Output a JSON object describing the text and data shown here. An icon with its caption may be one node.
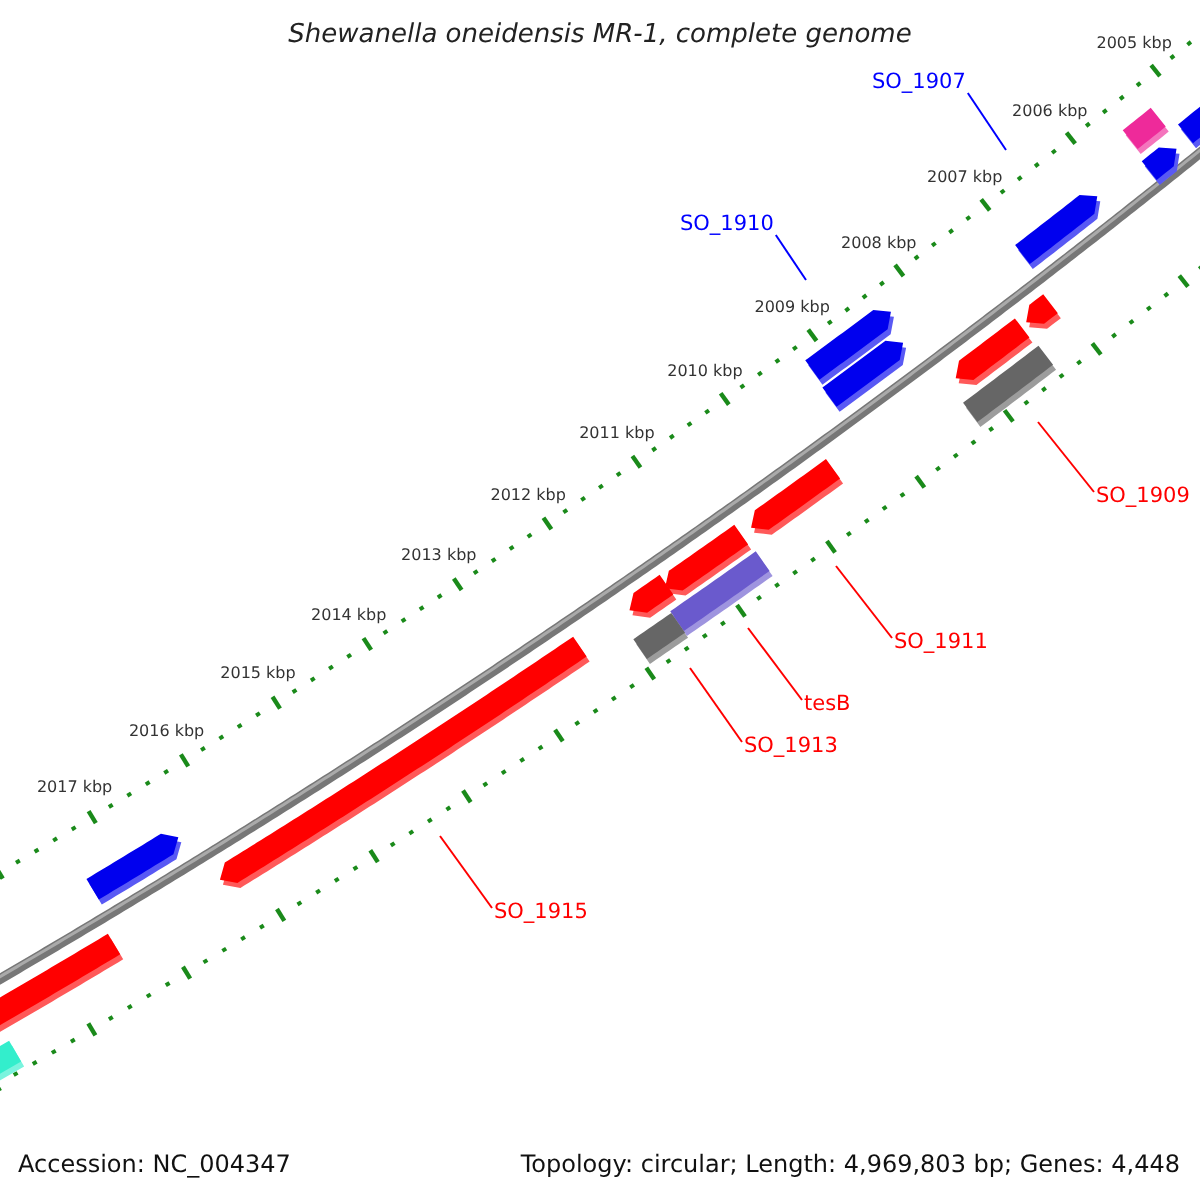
{
  "diagram": {
    "title": "Shewanella oneidensis MR-1, complete genome",
    "nodes": [
      {
        "text": [
          "SO_1907"
        ]
      },
      {
        "text": [
          "SO_1910"
        ]
      },
      {
        "text": [
          "SO_1909"
        ]
      },
      {
        "text": [
          "SO_1911"
        ]
      },
      {
        "text": [
          "tesB"
        ]
      },
      {
        "text": [
          "SO_1913"
        ]
      },
      {
        "text": [
          "SO_1915"
        ]
      }
    ],
    "edges": [
      {
        "from": 0,
        "to": null,
        "arrow": "none",
        "color": "#0000ff"
      },
      {
        "from": 1,
        "to": null,
        "arrow": "none",
        "color": "#0000ff"
      },
      {
        "from": 2,
        "to": null,
        "arrow": "none"
      },
      {
        "from": 3,
        "to": null,
        "arrow": "none"
      },
      {
        "from": 4,
        "to": null,
        "arrow": "none"
      },
      {
        "from": 5,
        "to": null,
        "arrow": "none"
      },
      {
        "from": 6,
        "to": null,
        "arrow": "none"
      }
    ],
    "labels": [
      "2005 kbp",
      "2006 kbp",
      "2007 kbp",
      "2008 kbp",
      "2009 kbp",
      "2010 kbp",
      "2011 kbp",
      "2012 kbp",
      "2013 kbp",
      "2014 kbp",
      "2015 kbp",
      "2016 kbp",
      "2017 kbp",
      "Accession: NC_004347",
      "Topology: circular; Length: 4,969,803 bp; Genes: 4,448"
    ]
  }
}
